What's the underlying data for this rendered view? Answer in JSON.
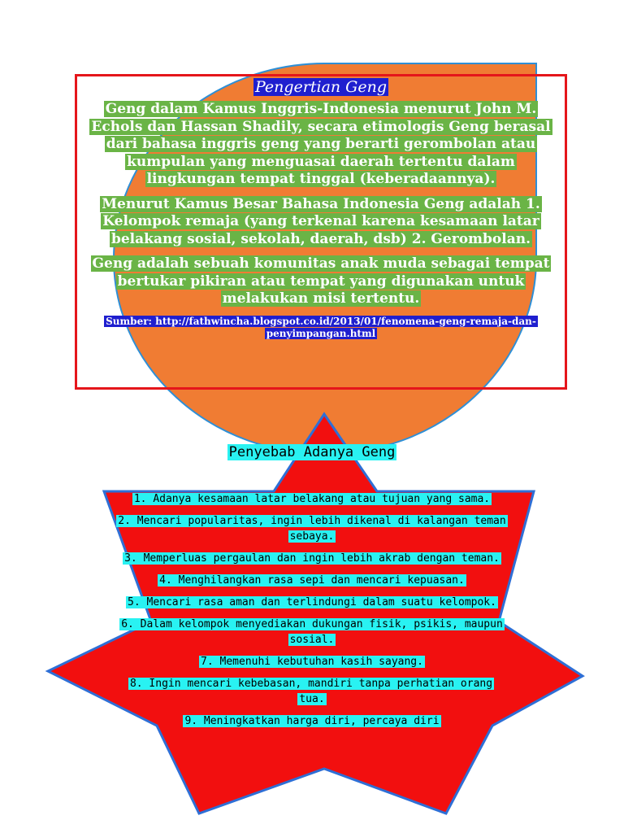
{
  "definition": {
    "title": "Pengertian Geng",
    "paragraphs": [
      "Geng dalam Kamus Inggris-Indonesia menurut John M. Echols dan Hassan Shadily, secara etimologis Geng berasal dari bahasa inggris geng  yang berarti gerombolan atau kumpulan yang menguasai daerah tertentu dalam lingkungan tempat tinggal (keberadaannya).",
      "Menurut Kamus Besar Bahasa Indonesia Geng  adalah 1. Kelompok remaja (yang terkenal karena kesamaan latar belakang sosial, sekolah, daerah, dsb) 2. Gerombolan.",
      "Geng adalah sebuah komunitas anak muda sebagai tempat bertukar pikiran atau tempat yang digunakan untuk melakukan misi tertentu."
    ],
    "source": "Sumber: http://fathwincha.blogspot.co.id/2013/01/fenomena-geng-remaja-dan-penyimpangan.html"
  },
  "causes": {
    "title": "Penyebab Adanya Geng",
    "items": [
      "1.    Adanya kesamaan latar belakang atau tujuan yang sama.",
      "2. Mencari popularitas, ingin lebih dikenal di kalangan teman sebaya.",
      "3. Memperluas pergaulan dan ingin lebih akrab dengan teman.",
      "4.        Menghilangkan rasa sepi dan mencari kepuasan.",
      "5.        Mencari rasa aman dan terlindungi dalam suatu kelompok.",
      "6.        Dalam kelompok menyediakan dukungan fisik, psikis, maupun sosial.",
      "7.        Memenuhi kebutuhan kasih sayang.",
      "8.        Ingin mencari kebebasan, mandiri tanpa perhatian orang tua.",
      "9.        Meningkatkan harga diri, percaya diri"
    ]
  },
  "colors": {
    "frame_red": "#e5161b",
    "teardrop_orange": "#f07c33",
    "teardrop_outline": "#2e8fd6",
    "text_highlight_green": "#6ab446",
    "title_highlight_blue": "#1f1fcf",
    "star_red": "#f20f0f",
    "star_outline": "#2e6fd6",
    "list_highlight_cyan": "#29f2f2"
  }
}
